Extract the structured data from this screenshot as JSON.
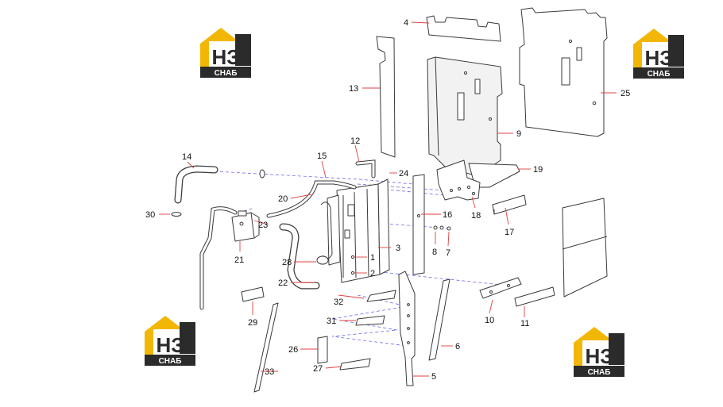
{
  "callouts": [
    {
      "id": "c1",
      "label": "1"
    },
    {
      "id": "c2",
      "label": "2"
    },
    {
      "id": "c3",
      "label": "3"
    },
    {
      "id": "c4",
      "label": "4"
    },
    {
      "id": "c5",
      "label": "5"
    },
    {
      "id": "c6",
      "label": "6"
    },
    {
      "id": "c7",
      "label": "7"
    },
    {
      "id": "c8",
      "label": "8"
    },
    {
      "id": "c9",
      "label": "9"
    },
    {
      "id": "c10",
      "label": "10"
    },
    {
      "id": "c11",
      "label": "11"
    },
    {
      "id": "c12",
      "label": "12"
    },
    {
      "id": "c13",
      "label": "13"
    },
    {
      "id": "c14",
      "label": "14"
    },
    {
      "id": "c15",
      "label": "15"
    },
    {
      "id": "c16",
      "label": "16"
    },
    {
      "id": "c17",
      "label": "17"
    },
    {
      "id": "c18",
      "label": "18"
    },
    {
      "id": "c19",
      "label": "19"
    },
    {
      "id": "c20",
      "label": "20"
    },
    {
      "id": "c21",
      "label": "21"
    },
    {
      "id": "c22",
      "label": "22"
    },
    {
      "id": "c23",
      "label": "23"
    },
    {
      "id": "c24",
      "label": "24"
    },
    {
      "id": "c25",
      "label": "25"
    },
    {
      "id": "c26",
      "label": "26"
    },
    {
      "id": "c27",
      "label": "27"
    },
    {
      "id": "c28",
      "label": "28"
    },
    {
      "id": "c29",
      "label": "29"
    },
    {
      "id": "c30",
      "label": "30"
    },
    {
      "id": "c31",
      "label": "31"
    },
    {
      "id": "c32",
      "label": "32"
    },
    {
      "id": "c33",
      "label": "33"
    }
  ],
  "logo": {
    "mark": "НЗ",
    "text": "СНАБ",
    "colors": {
      "yellow": "#f2b705",
      "dark": "#2b2b2b",
      "white": "#ffffff"
    }
  },
  "colors": {
    "line": "#3a3a3a",
    "leader": "#e04040",
    "dashed": "#6a6af0"
  }
}
